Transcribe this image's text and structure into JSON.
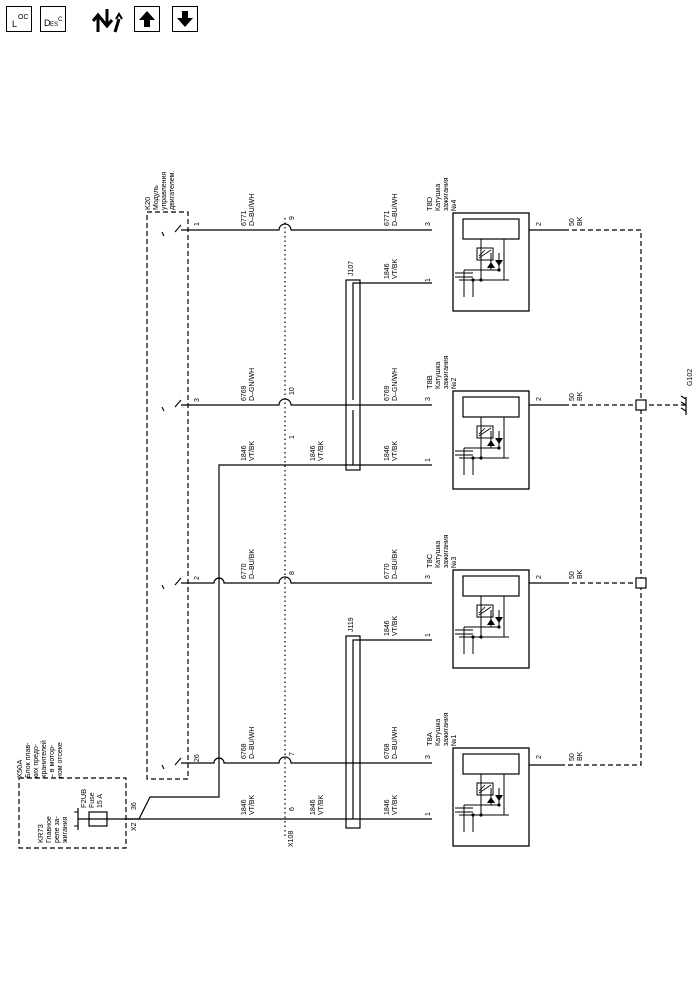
{
  "toolbar": {
    "loc_main": "L",
    "loc_sub": "OC",
    "desc_main": "D",
    "desc_sub1": "ES",
    "desc_sub2": "C"
  },
  "modules": {
    "x50a": [
      "X50A",
      "Блок плав-",
      "ких предо-",
      "хранителей",
      "– в мотор-",
      "ном отсеке"
    ],
    "kr73": [
      "KR73",
      "Главное",
      "реле за-",
      "жигания"
    ],
    "f2ub": [
      "F2UB",
      "Fuse",
      "15 A"
    ],
    "k20": [
      "K20",
      "Модуль",
      "управления",
      "двигателем."
    ]
  },
  "connectors": {
    "x2": "X2",
    "x2_pin": "36",
    "x108": "X108",
    "k20_pins": [
      "1",
      "3",
      "2",
      "26"
    ],
    "x108_pins": [
      "9",
      "1",
      "10",
      "8",
      "7",
      "6"
    ]
  },
  "wires": {
    "w6771": [
      "6771",
      "D–BU/WH"
    ],
    "w6769": [
      "6769",
      "D–GN/WH"
    ],
    "w6770": [
      "6770",
      "D–BU/BK"
    ],
    "w6768": [
      "6768",
      "D–BU/WH"
    ],
    "w1846": [
      "1846",
      "VT/BK"
    ],
    "w50": [
      "50",
      "BK"
    ]
  },
  "splices": {
    "j107": "J107",
    "j119": "J119"
  },
  "coils": [
    {
      "code": "T8D",
      "name": [
        "Катушка",
        "зажигания",
        "№4"
      ]
    },
    {
      "code": "T8B",
      "name": [
        "Катушка",
        "зажигания",
        "№2"
      ]
    },
    {
      "code": "T8C",
      "name": [
        "Катушка",
        "зажигания",
        "№3"
      ]
    },
    {
      "code": "T8A",
      "name": [
        "Катушка",
        "зажигания",
        "№1"
      ]
    }
  ],
  "coil_pins": {
    "p3": "3",
    "p1": "1",
    "p2": "2"
  },
  "ground": "G102"
}
